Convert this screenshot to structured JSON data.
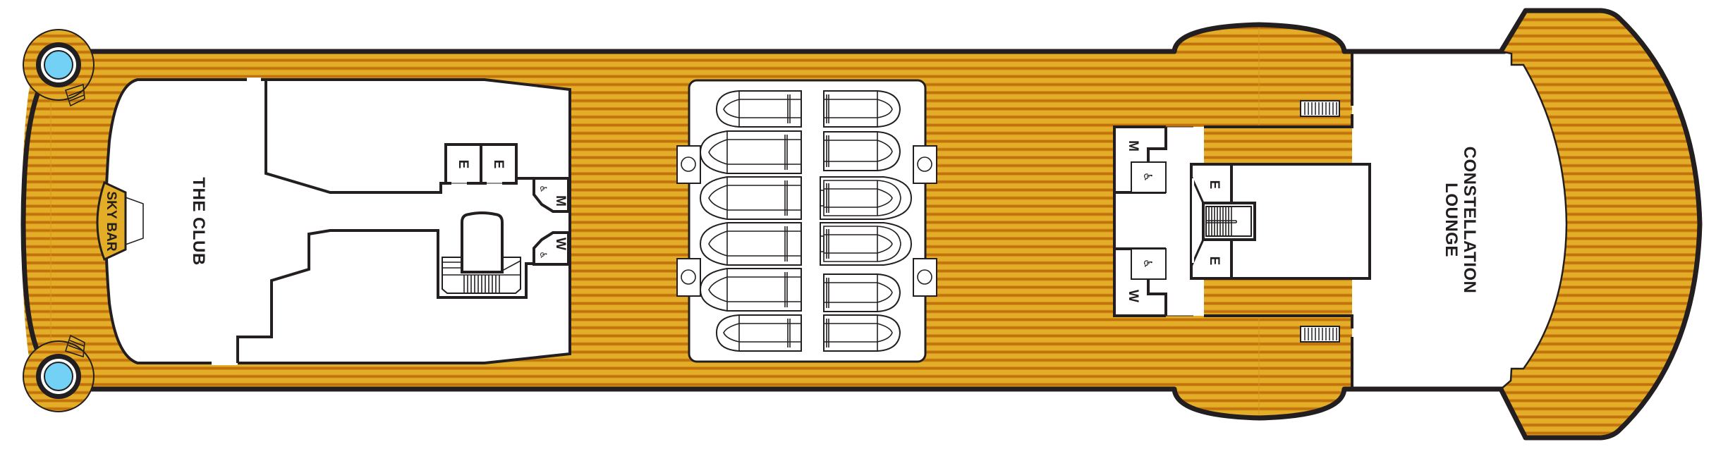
{
  "deck_plan": {
    "colors": {
      "deck_teak_light": "#E3AD27",
      "deck_teak_dark": "#C2720C",
      "hull_line": "#231F20",
      "hot_tub_water": "#74D1F6",
      "interior": "#FFFFFF"
    },
    "areas": {
      "sky_bar": "SKY BAR",
      "the_club": "THE CLUB",
      "constellation_lounge_line1": "CONSTELLATION",
      "constellation_lounge_line2": "LOUNGE"
    },
    "aft_core": {
      "elevator_1": "E",
      "elevator_2": "E",
      "restroom_men": "M",
      "restroom_women": "W",
      "accessible_icon": "wheelchair-icon"
    },
    "forward_core": {
      "restroom_men": "M",
      "restroom_women": "W",
      "elevator_1": "E",
      "elevator_2": "E",
      "accessible_icon": "wheelchair-icon"
    },
    "lifeboats": {
      "port_count": 6,
      "starboard_count": 6
    },
    "hot_tubs": 2,
    "icons": [
      "hot-tub-icon",
      "stairs-icon",
      "wheelchair-icon",
      "lifeboat-icon",
      "davit-icon"
    ]
  }
}
